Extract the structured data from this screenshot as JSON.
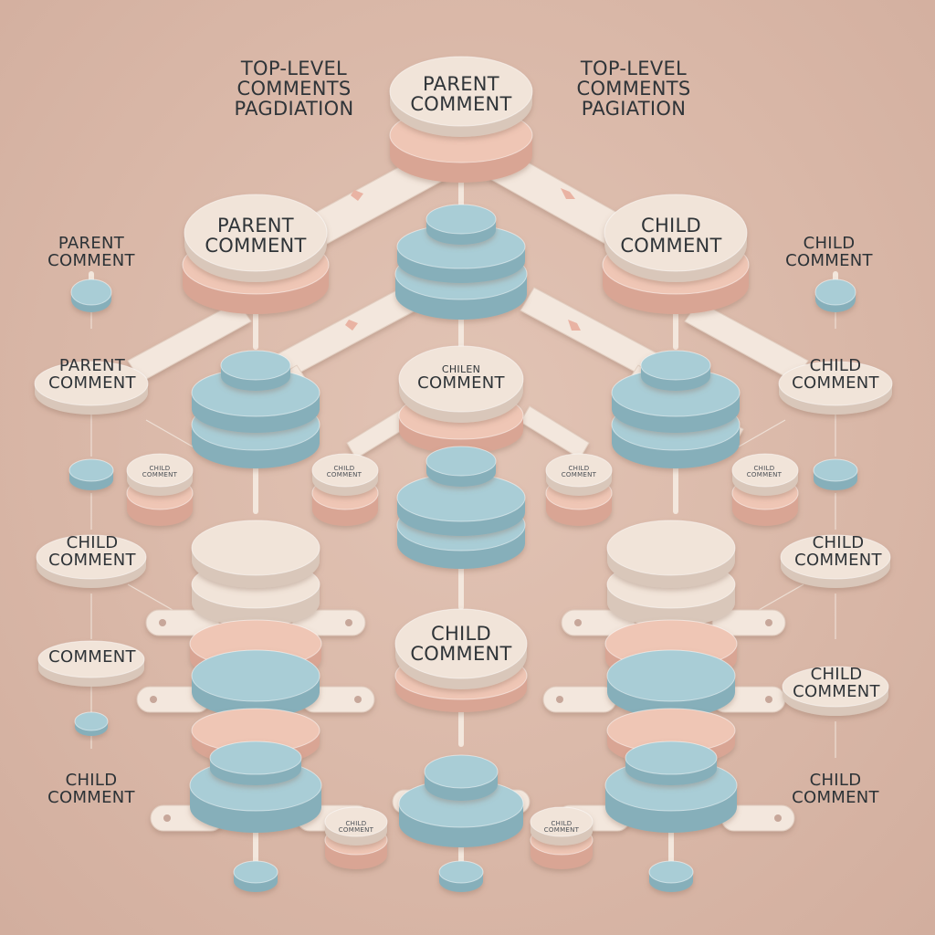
{
  "colors": {
    "background": "#dcb9a9",
    "cream": "#f1e4d9",
    "pink": "#efc6b5",
    "blue": "#a9cdd6",
    "connector": "#f3e7dd"
  },
  "header": {
    "left_caption": [
      "TOP-LEVEL",
      "COMMENTS",
      "PAGDIATION"
    ],
    "right_caption": [
      "TOP-LEVEL",
      "COMMENTS",
      "PAGIATION"
    ]
  },
  "nodes": {
    "root": [
      "PARENT",
      "COMMENT"
    ],
    "upper_left": [
      "PARENT",
      "COMMENT"
    ],
    "upper_right": [
      "CHILD",
      "COMMENT"
    ],
    "middle": [
      "CHILEN",
      "COMMENT"
    ],
    "lower_center": [
      "CHILD",
      "COMMENT"
    ]
  },
  "left_labels": {
    "a": [
      "PARENT",
      "COMMENT"
    ],
    "b": [
      "PARENT",
      "COMMENT"
    ],
    "c": [
      "CHILD",
      "COMMENT"
    ],
    "d": [
      "COMMENT"
    ],
    "e": [
      "CHILD",
      "COMMENT"
    ]
  },
  "right_labels": {
    "a": [
      "CHILD",
      "COMMENT"
    ],
    "b": [
      "CHILD",
      "COMMENT"
    ],
    "c": [
      "CHILD",
      "COMMENT"
    ],
    "d": [
      "CHILD",
      "COMMENT"
    ],
    "e": [
      "CHILD",
      "COMMENT"
    ]
  },
  "tiny_labels": {
    "t1": [
      "CHILD",
      "COMMENT"
    ],
    "t2": [
      "CHILD",
      "COMMENT"
    ],
    "t3": [
      "CHILD",
      "COMMENT"
    ],
    "t4": [
      "CHILD",
      "COMMENT"
    ],
    "t5": [
      "CHILD",
      "COMMENT"
    ],
    "t6": [
      "CHILD",
      "COMMENT"
    ]
  }
}
